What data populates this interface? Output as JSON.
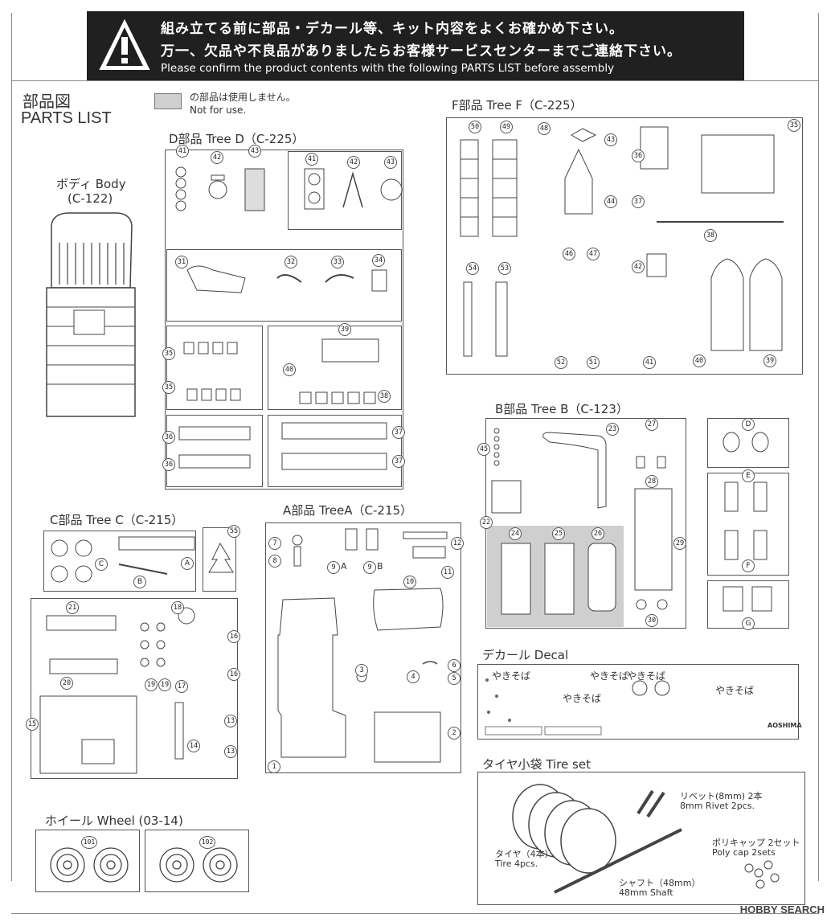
{
  "warning": {
    "line1": "組み立てる前に部品・デカール等、キット内容をよくお確かめ下さい。",
    "line2": "万一、欠品や不良品がありましたらお客様サービスセンターまでご連絡下さい。",
    "line3": "Please confirm the product contents with the following PARTS LIST before assembly",
    "icon": "warning-triangle-icon"
  },
  "header": {
    "title_ja": "部品図",
    "title_en": "PARTS LIST"
  },
  "legend": {
    "ja": "の部品は使用しません。",
    "en": "Not for use.",
    "swatch_color": "#cfcfcf"
  },
  "sections": {
    "body": {
      "title_ja": "ボディ Body",
      "code": "(C-122)"
    },
    "tree_d": {
      "title": "D部品 Tree D（C-225）",
      "labels": [
        "41",
        "42",
        "43",
        "41",
        "42",
        "43",
        "31",
        "32",
        "33",
        "34",
        "39",
        "35",
        "35",
        "40",
        "38",
        "36",
        "36",
        "37",
        "37"
      ]
    },
    "tree_f": {
      "title": "F部品 Tree F（C-225）",
      "labels": [
        "50",
        "49",
        "48",
        "43",
        "44",
        "46",
        "47",
        "36",
        "37",
        "35",
        "38",
        "42",
        "54",
        "53",
        "52",
        "51",
        "41",
        "40",
        "39"
      ]
    },
    "tree_b": {
      "title": "B部品 Tree B（C-123）",
      "labels": [
        "45",
        "23",
        "27",
        "22",
        "28",
        "24",
        "25",
        "26",
        "29",
        "30"
      ],
      "letters": [
        "D",
        "E",
        "F",
        "G"
      ]
    },
    "tree_c": {
      "title": "C部品 Tree C（C-215）",
      "labels": [
        "55",
        "21",
        "18",
        "16",
        "16",
        "20",
        "19",
        "19",
        "17",
        "15",
        "14",
        "13",
        "13"
      ],
      "letters": [
        "A",
        "B",
        "C"
      ]
    },
    "tree_a": {
      "title": "A部品 TreeA（C-215）",
      "labels": [
        "7",
        "8",
        "9",
        "9",
        "12",
        "11",
        "10",
        "3",
        "4",
        "6",
        "5",
        "2",
        "1"
      ],
      "suffixes": [
        "A",
        "B"
      ]
    },
    "decal": {
      "title": "デカール Decal",
      "brand": "AOSHIMA",
      "texts": [
        "やきそば",
        "やきそば",
        "やきそば",
        "やきそば",
        "やきそば"
      ]
    },
    "wheel": {
      "title": "ホイール Wheel (03-14)",
      "labels": [
        "101",
        "102"
      ]
    },
    "tire_set": {
      "title": "タイヤ小袋 Tire set",
      "rivet_ja": "リベット(8mm) 2本",
      "rivet_en": "8mm Rivet 2pcs.",
      "polycap_ja": "ポリキャップ 2セット",
      "polycap_en": "Poly cap 2sets",
      "tire_ja": "タイヤ（4本）",
      "tire_en": "Tire 4pcs.",
      "shaft_ja": "シャフト（48mm）",
      "shaft_en": "48mm Shaft"
    }
  },
  "watermark": "HOBBY SEARCH"
}
